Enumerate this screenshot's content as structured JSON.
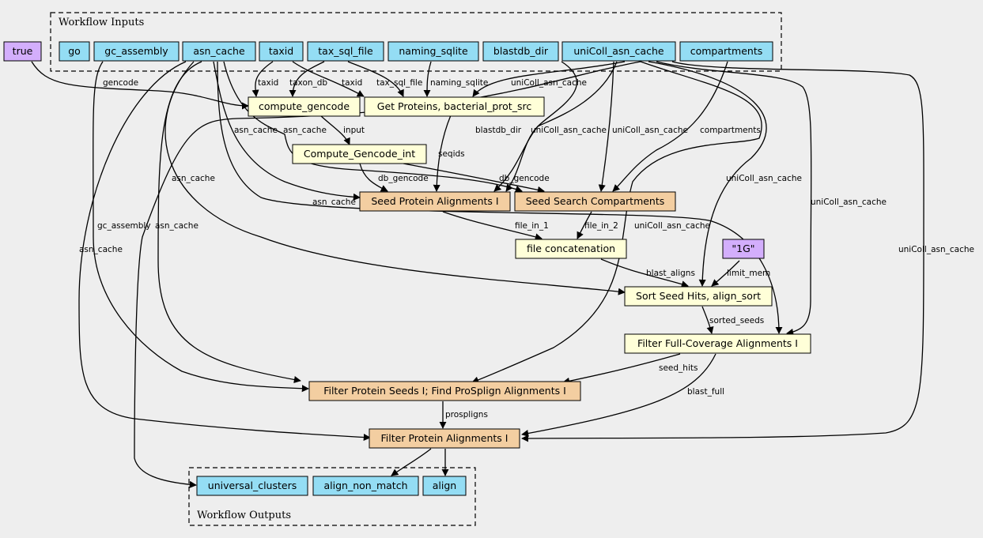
{
  "clusters": {
    "inputs_title": "Workflow Inputs",
    "outputs_title": "Workflow Outputs"
  },
  "colors": {
    "input_fill": "#94ddf4",
    "param_fill": "#d3aefc",
    "step_fill": "#ffffd8",
    "subworkflow_fill": "#f3cea1",
    "background": "#eeeeee"
  },
  "nodes": {
    "true": "true",
    "go": "go",
    "gc_assembly": "gc_assembly",
    "asn_cache": "asn_cache",
    "taxid": "taxid",
    "tax_sql_file": "tax_sql_file",
    "naming_sqlite": "naming_sqlite",
    "blastdb_dir": "blastdb_dir",
    "uniColl_asn_cache": "uniColl_asn_cache",
    "compartments": "compartments",
    "compute_gencode": "compute_gencode",
    "get_proteins": "Get Proteins, bacterial_prot_src",
    "compute_gencode_int": "Compute_Gencode_int",
    "seed_protein_alignments": "Seed Protein Alignments I",
    "seed_search_compartments": "Seed Search Compartments",
    "file_concatenation": "file concatenation",
    "mem_1g": "\"1G\"",
    "sort_seed_hits": "Sort Seed Hits, align_sort",
    "filter_full_coverage": "Filter Full-Coverage Alignments I",
    "filter_protein_seeds": "Filter Protein Seeds I; Find ProSplign Alignments I",
    "filter_protein_alignments": "Filter Protein Alignments I",
    "universal_clusters": "universal_clusters",
    "align_non_match": "align_non_match",
    "align": "align"
  },
  "edge_labels": {
    "gencode": "gencode",
    "taxid_a": "taxid",
    "taxon_db": "taxon_db",
    "taxid_b": "taxid",
    "tax_sql_file": "tax_sql_file",
    "naming_sqlite": "naming_sqlite",
    "unicoll_1": "uniColl_asn_cache",
    "asn_cache_a": "asn_cache",
    "asn_cache_b": "asn_cache",
    "input": "input",
    "blastdb_dir": "blastdb_dir",
    "unicoll_2": "uniColl_asn_cache",
    "unicoll_3": "uniColl_asn_cache",
    "compartments": "compartments",
    "seqids": "seqids",
    "db_gencode_a": "db_gencode",
    "db_gencode_b": "db_gencode",
    "asn_cache_c": "asn_cache",
    "unicoll_4": "uniColl_asn_cache",
    "asn_cache_d": "asn_cache",
    "unicoll_5": "uniColl_asn_cache",
    "gc_assembly": "gc_assembly",
    "asn_cache_e": "asn_cache",
    "file_in_1": "file_in_1",
    "file_in_2": "file_in_2",
    "unicoll_6": "uniColl_asn_cache",
    "asn_cache_f": "asn_cache",
    "unicoll_7": "uniColl_asn_cache",
    "blast_aligns": "blast_aligns",
    "limit_mem": "limit_mem",
    "sorted_seeds": "sorted_seeds",
    "seed_hits": "seed_hits",
    "blast_full": "blast_full",
    "prospligns": "prospligns"
  }
}
